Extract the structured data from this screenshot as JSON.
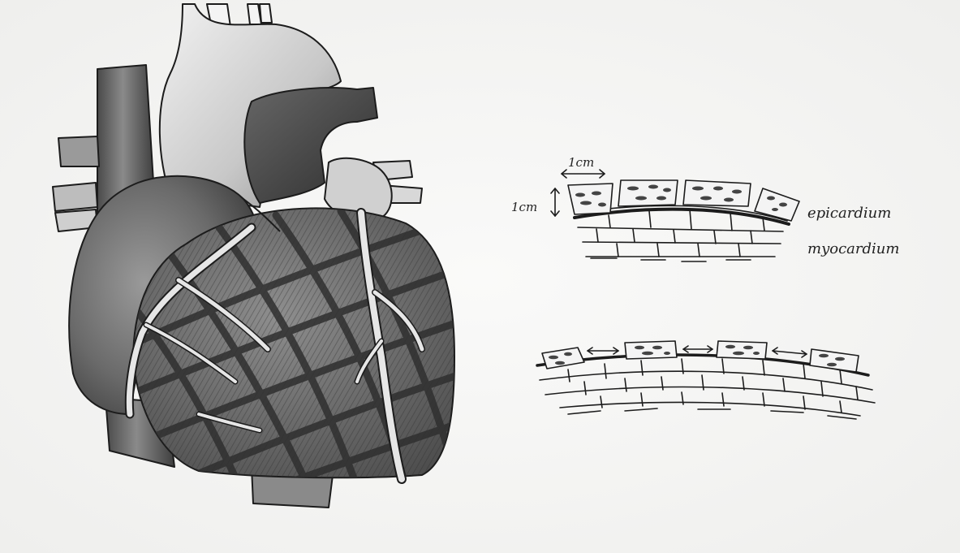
{
  "labels": {
    "width_scale": "1cm",
    "height_scale": "1cm",
    "epicardium": "epicardium",
    "myocardium": "myocardium"
  },
  "colors": {
    "paper": "#f8f8f6",
    "ink": "#1c1c1c",
    "grid": "#3a3a3a",
    "vessel": "#e2e2e2",
    "shade_dark": "#5a5a5a",
    "shade_mid": "#8c8c8c",
    "shade_light": "#c6c6c6"
  }
}
